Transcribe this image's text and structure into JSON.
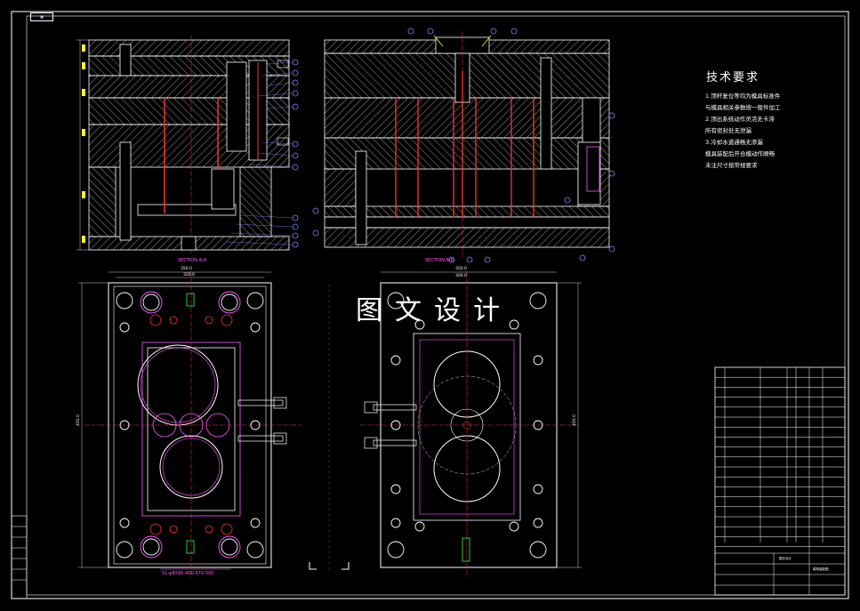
{
  "watermark": "图文设计",
  "tech": {
    "title": "技术要求",
    "notes": [
      "1.顶杆复位等均为模具标准件",
      "与模具相关参数按一般件加工",
      "2.顶出系统动作灵活无卡滞",
      "所有密封处无泄漏",
      "3.冷却水道通畅无渗漏",
      "模具装配后开合模动作顺畅",
      "未注尺寸按常规要求"
    ]
  },
  "sections": {
    "a": "SECTION A-A",
    "b": "SECTION B-B"
  },
  "dims": {
    "top_w1": "350.0",
    "top_w2": "320.0",
    "right_w1": "350.0",
    "right_w2": "300.0",
    "left_h": "450.0",
    "right_h": "450.0"
  },
  "callouts": {
    "bottom_note": "S1-φ8X90-400-670-500"
  },
  "titleblock": {
    "name": "图文设计",
    "drawing": "模具装配图"
  },
  "colors": {
    "line": "#ffffff",
    "center": "#ff3333",
    "dim": "#ffffff",
    "balloon": "#8080ff",
    "magenta": "#ff5bff",
    "yellow": "#ffff33",
    "green": "#33ff33",
    "cyan": "#33ffff"
  }
}
